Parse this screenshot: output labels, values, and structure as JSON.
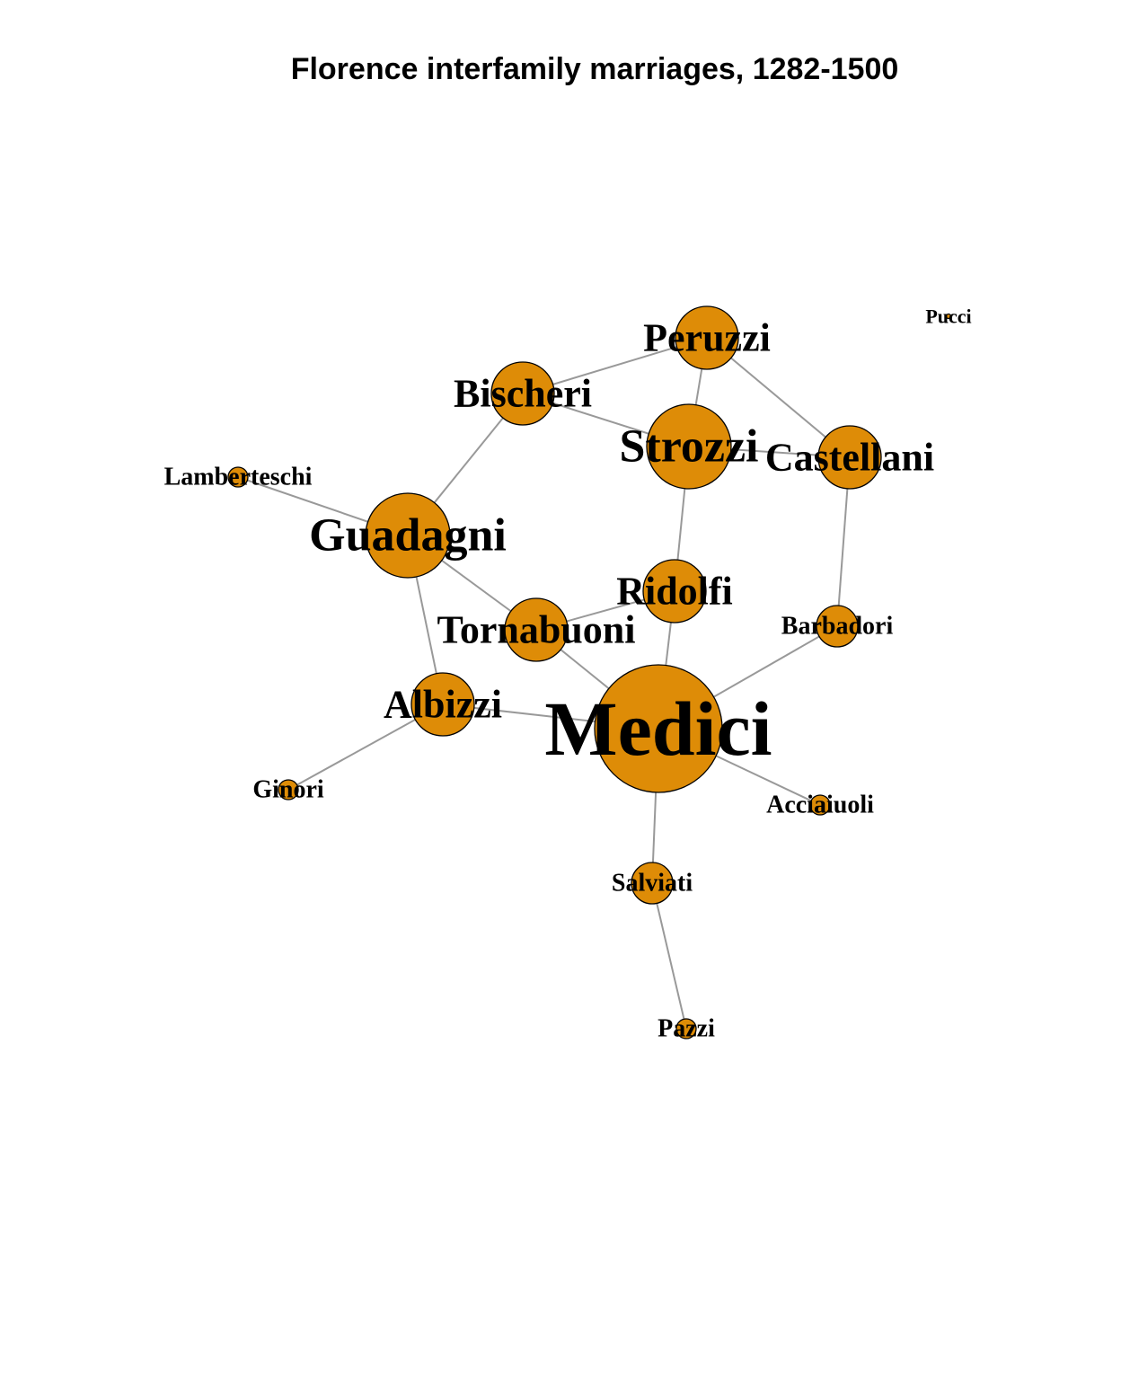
{
  "title": "Florence interfamily marriages, 1282-1500",
  "colors": {
    "node_fill": "#DE8C07",
    "node_stroke": "#000000",
    "edge": "#999999"
  },
  "nodes": [
    {
      "id": "Acciaiuoli",
      "label": "Acciaiuoli",
      "degree": 1
    },
    {
      "id": "Albizzi",
      "label": "Albizzi",
      "degree": 3
    },
    {
      "id": "Barbadori",
      "label": "Barbadori",
      "degree": 2
    },
    {
      "id": "Bischeri",
      "label": "Bischeri",
      "degree": 3
    },
    {
      "id": "Castellani",
      "label": "Castellani",
      "degree": 3
    },
    {
      "id": "Ginori",
      "label": "Ginori",
      "degree": 1
    },
    {
      "id": "Guadagni",
      "label": "Guadagni",
      "degree": 4
    },
    {
      "id": "Lamberteschi",
      "label": "Lamberteschi",
      "degree": 1
    },
    {
      "id": "Medici",
      "label": "Medici",
      "degree": 6
    },
    {
      "id": "Pazzi",
      "label": "Pazzi",
      "degree": 1
    },
    {
      "id": "Peruzzi",
      "label": "Peruzzi",
      "degree": 3
    },
    {
      "id": "Pucci",
      "label": "Pucci",
      "degree": 0
    },
    {
      "id": "Ridolfi",
      "label": "Ridolfi",
      "degree": 3
    },
    {
      "id": "Salviati",
      "label": "Salviati",
      "degree": 2
    },
    {
      "id": "Strozzi",
      "label": "Strozzi",
      "degree": 4
    },
    {
      "id": "Tornabuoni",
      "label": "Tornabuoni",
      "degree": 3
    }
  ],
  "edges": [
    [
      "Acciaiuoli",
      "Medici"
    ],
    [
      "Albizzi",
      "Ginori"
    ],
    [
      "Albizzi",
      "Guadagni"
    ],
    [
      "Albizzi",
      "Medici"
    ],
    [
      "Barbadori",
      "Castellani"
    ],
    [
      "Barbadori",
      "Medici"
    ],
    [
      "Bischeri",
      "Guadagni"
    ],
    [
      "Bischeri",
      "Peruzzi"
    ],
    [
      "Bischeri",
      "Strozzi"
    ],
    [
      "Castellani",
      "Peruzzi"
    ],
    [
      "Castellani",
      "Strozzi"
    ],
    [
      "Guadagni",
      "Lamberteschi"
    ],
    [
      "Guadagni",
      "Tornabuoni"
    ],
    [
      "Medici",
      "Ridolfi"
    ],
    [
      "Medici",
      "Salviati"
    ],
    [
      "Medici",
      "Tornabuoni"
    ],
    [
      "Pazzi",
      "Salviati"
    ],
    [
      "Peruzzi",
      "Strozzi"
    ],
    [
      "Ridolfi",
      "Strozzi"
    ],
    [
      "Ridolfi",
      "Tornabuoni"
    ]
  ]
}
